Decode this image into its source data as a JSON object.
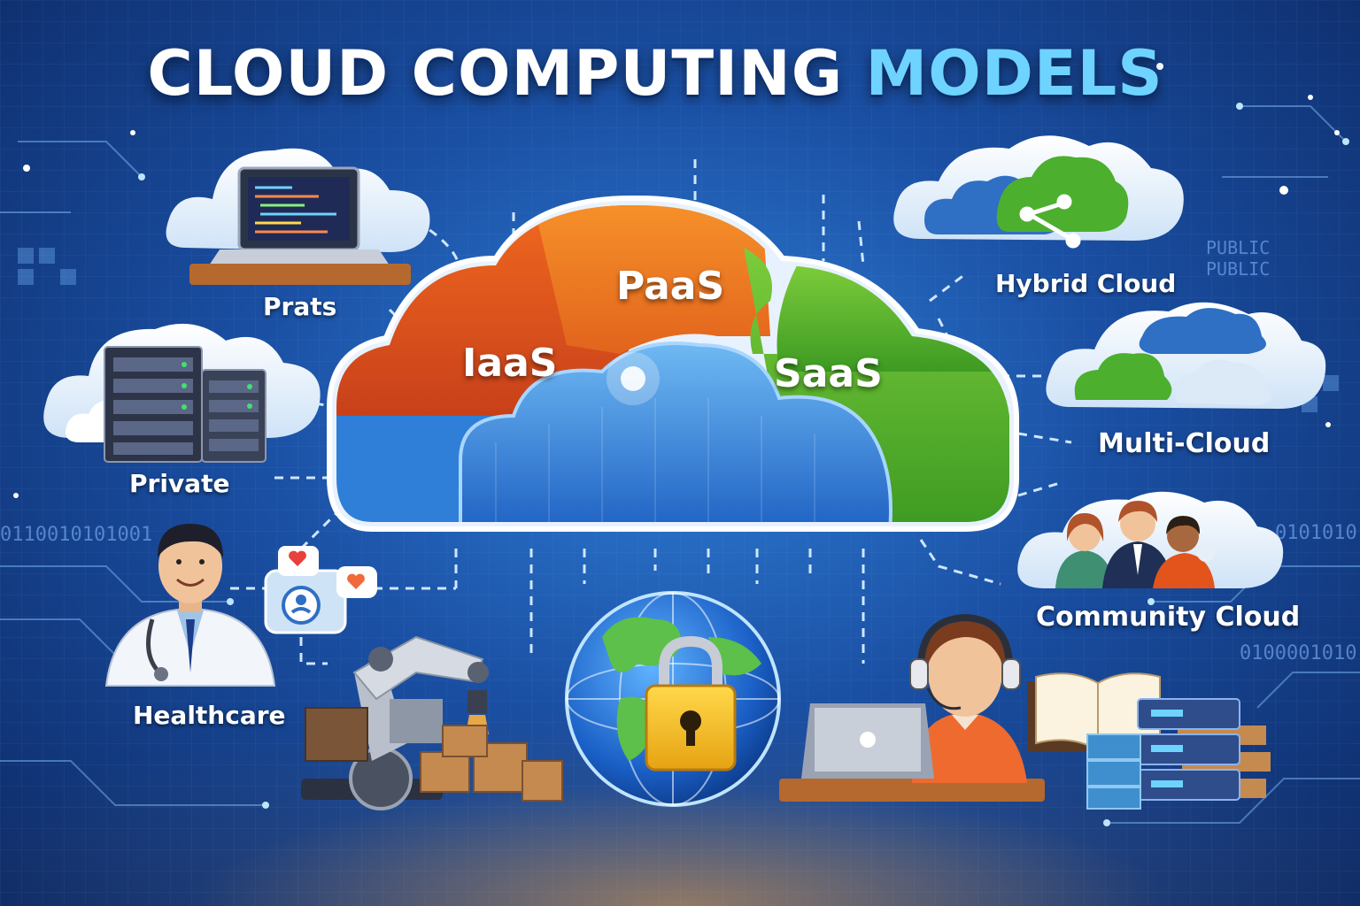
{
  "title": {
    "main": "CLOUD COMPUTING",
    "accent": "MODELS"
  },
  "center": {
    "iaas": "IaaS",
    "paas": "PaaS",
    "saas": "SaaS"
  },
  "nodes": {
    "prats": "Prats",
    "private": "Private",
    "healthcare": "Healthcare",
    "hybrid": "Hybrid Cloud",
    "multi": "Multi-Cloud",
    "community": "Community Cloud"
  },
  "background_text": {
    "public_1": "PUBLIC",
    "public_2": "PUBLIC",
    "binary_left": "0110010101001",
    "binary_right": "0101010",
    "binary_right_2": "0100001010"
  },
  "colors": {
    "iaas": "#e2541c",
    "paas": "#ef7b1f",
    "saas": "#4fae2a",
    "core": "#2f86e0",
    "accent": "#6fd3ff"
  },
  "icons": [
    "laptop-icon",
    "server-rack-icon",
    "doctor-icon",
    "health-chat-icon",
    "robot-arm-icon",
    "globe-icon",
    "padlock-icon",
    "student-headset-icon",
    "books-icon",
    "community-people-icon",
    "hybrid-share-icon"
  ]
}
